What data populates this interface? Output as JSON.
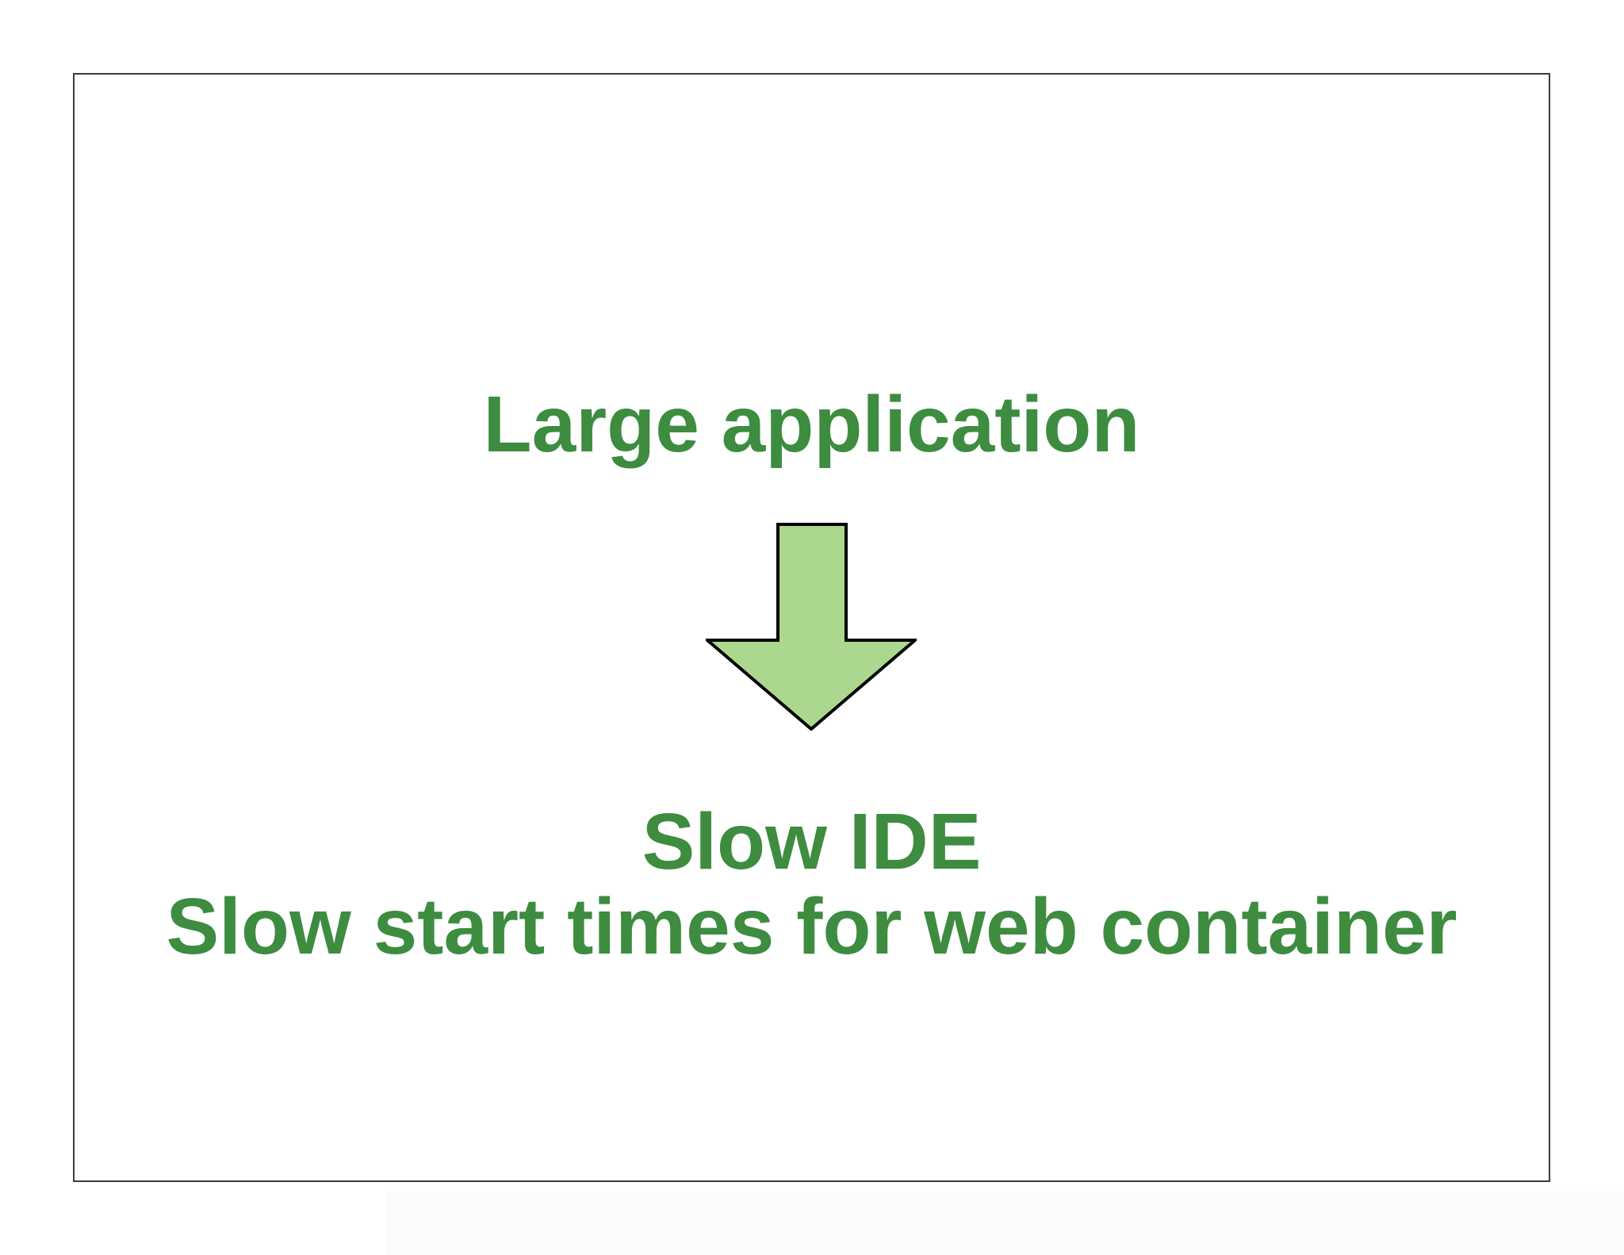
{
  "slide": {
    "title": "Large application",
    "result_line1": "Slow IDE",
    "result_line2": "Slow start times for web container",
    "icons": {
      "arrow": "down-arrow"
    },
    "colors": {
      "text_green": "#3d8c40",
      "arrow_fill": "#acd78f",
      "arrow_stroke": "#000000",
      "frame_border": "#3b3b3b",
      "background": "#ffffff"
    }
  }
}
